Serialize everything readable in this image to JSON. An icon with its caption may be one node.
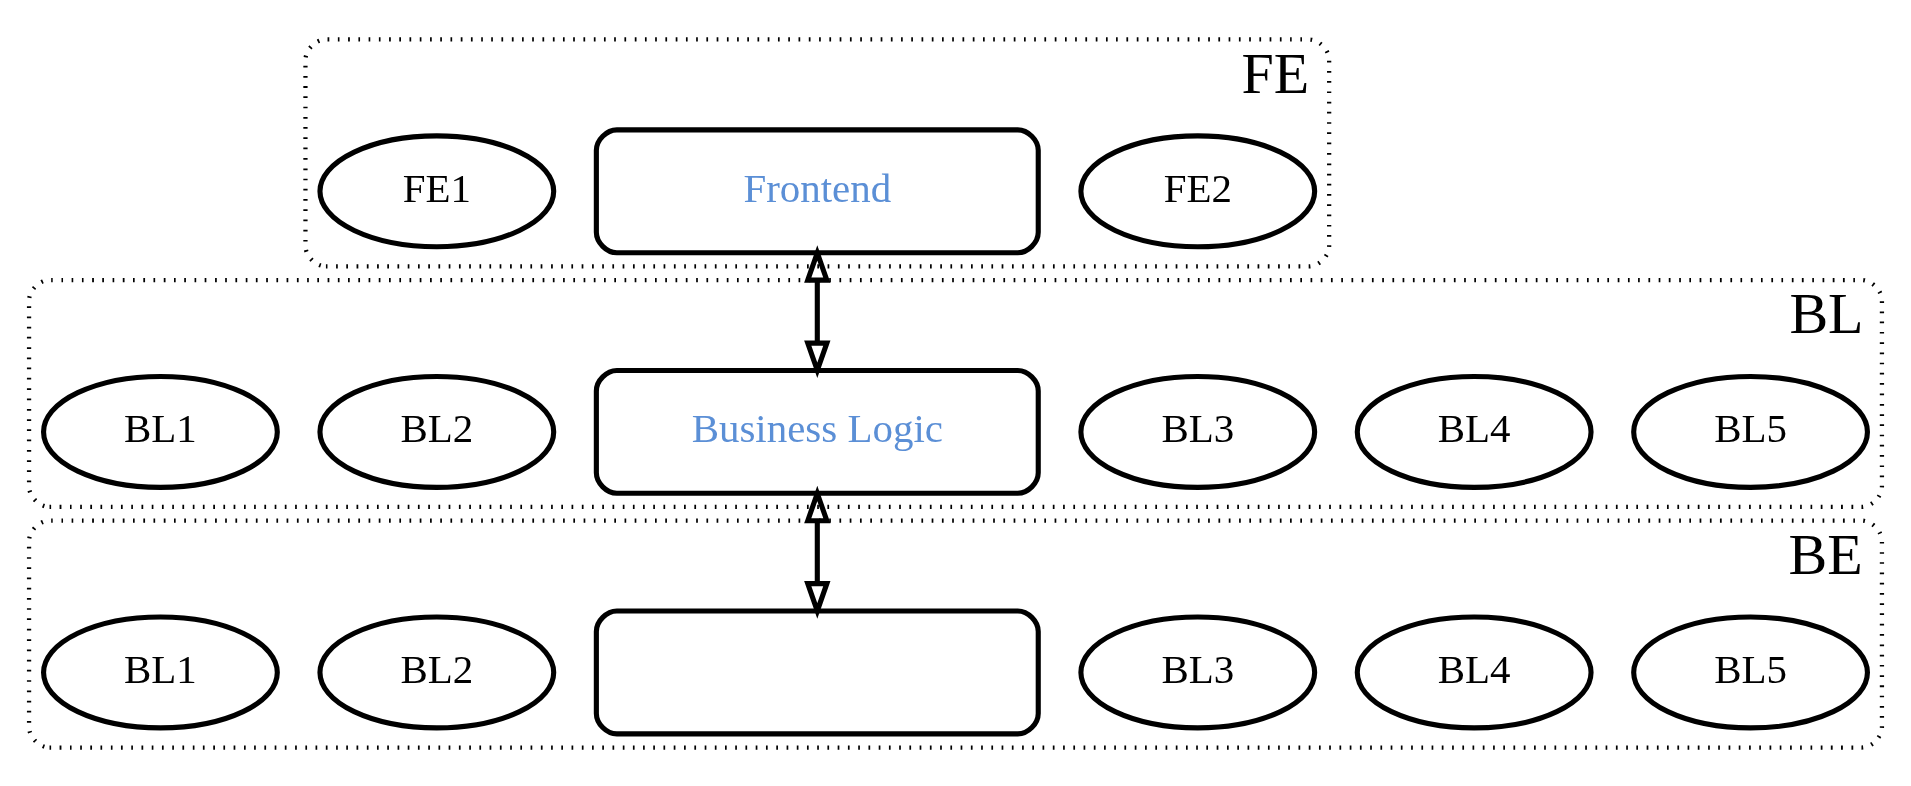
{
  "diagram": {
    "nodes": [
      {
        "text": [
          "FE"
        ]
      },
      {
        "text": [
          "FE1"
        ],
        "in": 0
      },
      {
        "text": [
          "Frontend"
        ],
        "in": 0
      },
      {
        "text": [
          "FE2"
        ],
        "in": 0
      },
      {
        "text": [
          "BL"
        ]
      },
      {
        "text": [
          "BL1"
        ],
        "in": 4
      },
      {
        "text": [
          "BL2"
        ],
        "in": 4
      },
      {
        "text": [
          "Business Logic"
        ],
        "in": 4
      },
      {
        "text": [
          "BL3"
        ],
        "in": 4
      },
      {
        "text": [
          "BL4"
        ],
        "in": 4
      },
      {
        "text": [
          "BL5"
        ],
        "in": 4
      },
      {
        "text": [
          "BE"
        ]
      },
      {
        "text": [
          "BL1"
        ],
        "in": 11
      },
      {
        "text": [
          "BL2"
        ],
        "in": 11
      },
      {
        "text": [],
        "shape": "box",
        "in": 11
      },
      {
        "text": [
          "BL3"
        ],
        "in": 11
      },
      {
        "text": [
          "BL4"
        ],
        "in": 11
      },
      {
        "text": [
          "BL5"
        ],
        "in": 11
      }
    ],
    "edges": [
      {
        "from": 2,
        "to": 7,
        "arrow": "both"
      },
      {
        "from": 7,
        "to": 14,
        "arrow": "both"
      }
    ]
  }
}
